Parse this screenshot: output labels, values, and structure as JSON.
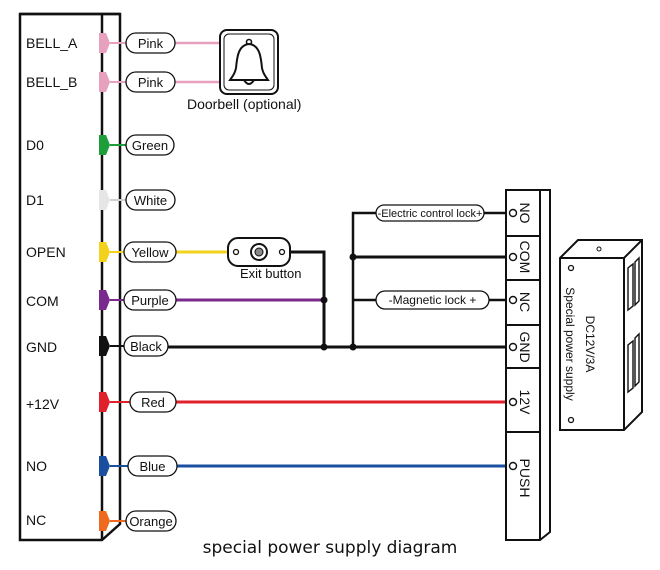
{
  "terminals": [
    {
      "label": "BELL_A",
      "wire": "Pink",
      "color": "#e8a0bf"
    },
    {
      "label": "BELL_B",
      "wire": "Pink",
      "color": "#e8a0bf"
    },
    {
      "label": "D0",
      "wire": "Green",
      "color": "#1e9e3a"
    },
    {
      "label": "D1",
      "wire": "White",
      "color": "#e6e6e6"
    },
    {
      "label": "OPEN",
      "wire": "Yellow",
      "color": "#f2d21b"
    },
    {
      "label": "COM",
      "wire": "Purple",
      "color": "#7a2a8c"
    },
    {
      "label": "GND",
      "wire": "Black",
      "color": "#111111"
    },
    {
      "label": "+12V",
      "wire": "Red",
      "color": "#e0202a"
    },
    {
      "label": "NO",
      "wire": "Blue",
      "color": "#1a4fa0"
    },
    {
      "label": "NC",
      "wire": "Orange",
      "color": "#ef6a1e"
    }
  ],
  "doorbell_label": "Doorbell (optional)",
  "exit_button_label": "Exit button",
  "electric_lock_label": "-Electric control lock+",
  "magnetic_lock_label": "-Magnetic lock +",
  "power_terminals": [
    "NO",
    "COM",
    "NC",
    "GND",
    "12V",
    "PUSH"
  ],
  "power_supply_lines": [
    "DC12V/3A",
    "Special power supply"
  ],
  "caption": "special power supply diagram"
}
